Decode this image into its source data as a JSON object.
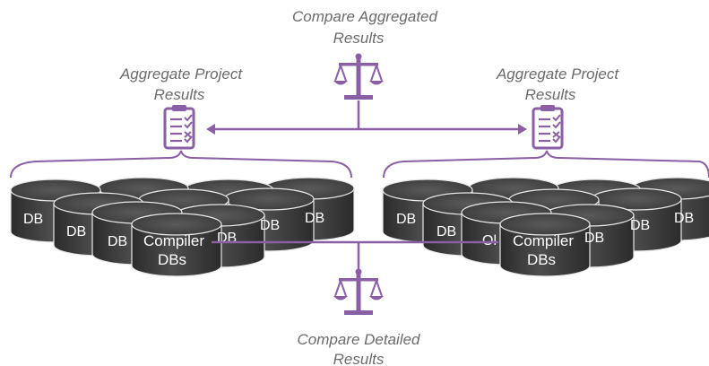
{
  "labels": {
    "compare_aggregated_line1": "Compare Aggregated",
    "compare_aggregated_line2": "Results",
    "aggregate_left_line1": "Aggregate Project",
    "aggregate_left_line2": "Results",
    "aggregate_right_line1": "Aggregate Project",
    "aggregate_right_line2": "Results",
    "compare_detailed_line1": "Compare Detailed",
    "compare_detailed_line2": "Results"
  },
  "db_labels": {
    "db": "DB",
    "compiler_line1": "Compiler",
    "compiler_line2": "DBs",
    "partial": "Ol"
  },
  "colors": {
    "accent": "#8a5fa6",
    "cylinder_side": "#3a3a3a",
    "cylinder_top": "#4a4a4a",
    "label_text": "#6b6b6b"
  },
  "icons": {
    "scale": "balance-scale-icon",
    "clipboard": "checklist-clipboard-icon"
  }
}
